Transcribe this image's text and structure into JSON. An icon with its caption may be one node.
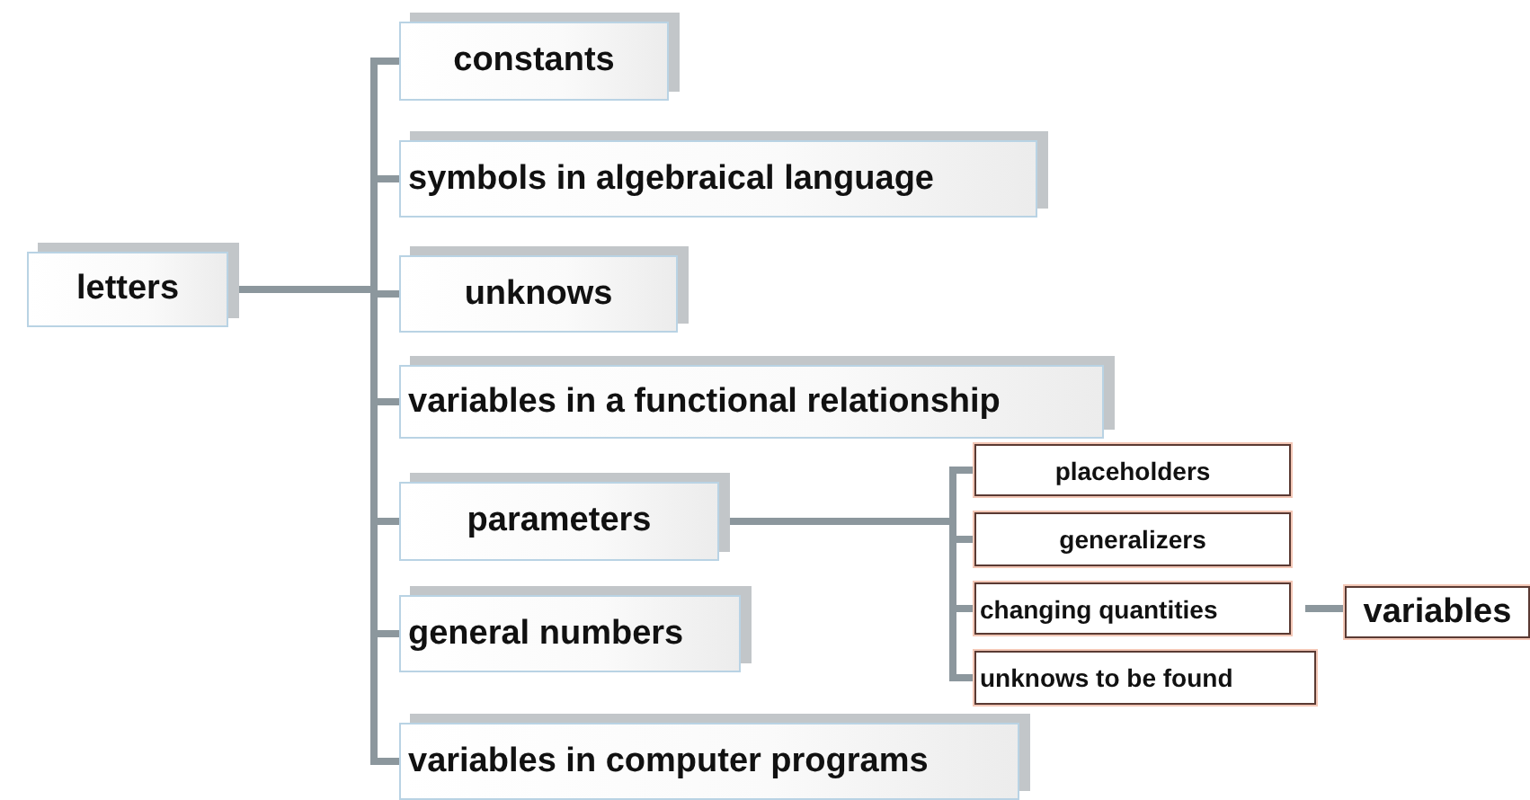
{
  "diagram": {
    "nodes": [
      {
        "text": [
          "letters"
        ]
      },
      {
        "text": [
          "constants"
        ]
      },
      {
        "text": [
          "symbols in algebraical language"
        ]
      },
      {
        "text": [
          "unknows"
        ]
      },
      {
        "text": [
          "variables in a functional relationship"
        ]
      },
      {
        "text": [
          "parameters"
        ]
      },
      {
        "text": [
          "general numbers"
        ]
      },
      {
        "text": [
          "variables in computer programs"
        ]
      },
      {
        "text": [
          "placeholders"
        ]
      },
      {
        "text": [
          "generalizers"
        ]
      },
      {
        "text": [
          "changing quantities"
        ]
      },
      {
        "text": [
          "unknows to be found"
        ]
      },
      {
        "text": [
          "variables"
        ]
      }
    ],
    "edges": [
      {
        "from": 0,
        "to": 1,
        "arrow": "none"
      },
      {
        "from": 0,
        "to": 2,
        "arrow": "none"
      },
      {
        "from": 0,
        "to": 3,
        "arrow": "none"
      },
      {
        "from": 0,
        "to": 4,
        "arrow": "none"
      },
      {
        "from": 0,
        "to": 5,
        "arrow": "none"
      },
      {
        "from": 0,
        "to": 6,
        "arrow": "none"
      },
      {
        "from": 0,
        "to": 7,
        "arrow": "none"
      },
      {
        "from": 5,
        "to": 8,
        "arrow": "none"
      },
      {
        "from": 5,
        "to": 9,
        "arrow": "none"
      },
      {
        "from": 5,
        "to": 10,
        "arrow": "none"
      },
      {
        "from": 5,
        "to": 11,
        "arrow": "none"
      },
      {
        "from": 10,
        "to": 12,
        "arrow": "none"
      }
    ]
  }
}
